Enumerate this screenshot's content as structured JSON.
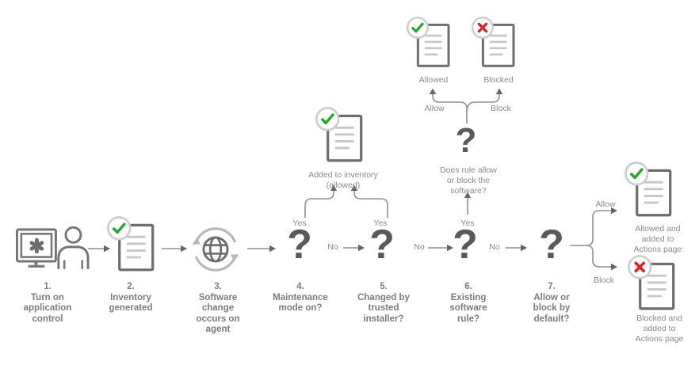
{
  "diagram": {
    "question_mark": "?",
    "steps": [
      {
        "num": "1.",
        "lines": [
          "Turn on",
          "application",
          "control"
        ]
      },
      {
        "num": "2.",
        "lines": [
          "Inventory",
          "generated"
        ]
      },
      {
        "num": "3.",
        "lines": [
          "Software",
          "change",
          "occurs on",
          "agent"
        ]
      },
      {
        "num": "4.",
        "lines": [
          "Maintenance",
          "mode on?"
        ]
      },
      {
        "num": "5.",
        "lines": [
          "Changed by",
          "trusted",
          "installer?"
        ]
      },
      {
        "num": "6.",
        "lines": [
          "Existing",
          "software",
          "rule?"
        ]
      },
      {
        "num": "7.",
        "lines": [
          "Allow or",
          "block by",
          "default?"
        ]
      }
    ],
    "labels": {
      "yes": "Yes",
      "no": "No",
      "allow": "Allow",
      "block": "Block"
    },
    "outcomes": {
      "added_to_inventory": [
        "Added to inventory",
        "(allowed)"
      ],
      "rule_question": [
        "Does rule allow",
        "or block the",
        "software?"
      ],
      "allowed": "Allowed",
      "blocked": "Blocked",
      "allowed_actions": [
        "Allowed and",
        "added to",
        "Actions page"
      ],
      "blocked_actions": [
        "Blocked and",
        "added to",
        "Actions page"
      ]
    },
    "icons": {
      "step1": "monitor-asterisk-person-icon",
      "step2": "document-check-icon",
      "step3": "globe-sync-icon",
      "outcome_allowed": "document-check-icon",
      "outcome_blocked": "document-cross-icon"
    },
    "colors": {
      "check_green": "#28A32B",
      "cross_red": "#D8232A",
      "icon_dark_gray": "#58595B",
      "icon_mid_gray": "#6D6E71",
      "line_gray": "#8F9193",
      "label_gray": "#7B7C7F",
      "doc_line_gray": "#C6C7C9"
    }
  }
}
